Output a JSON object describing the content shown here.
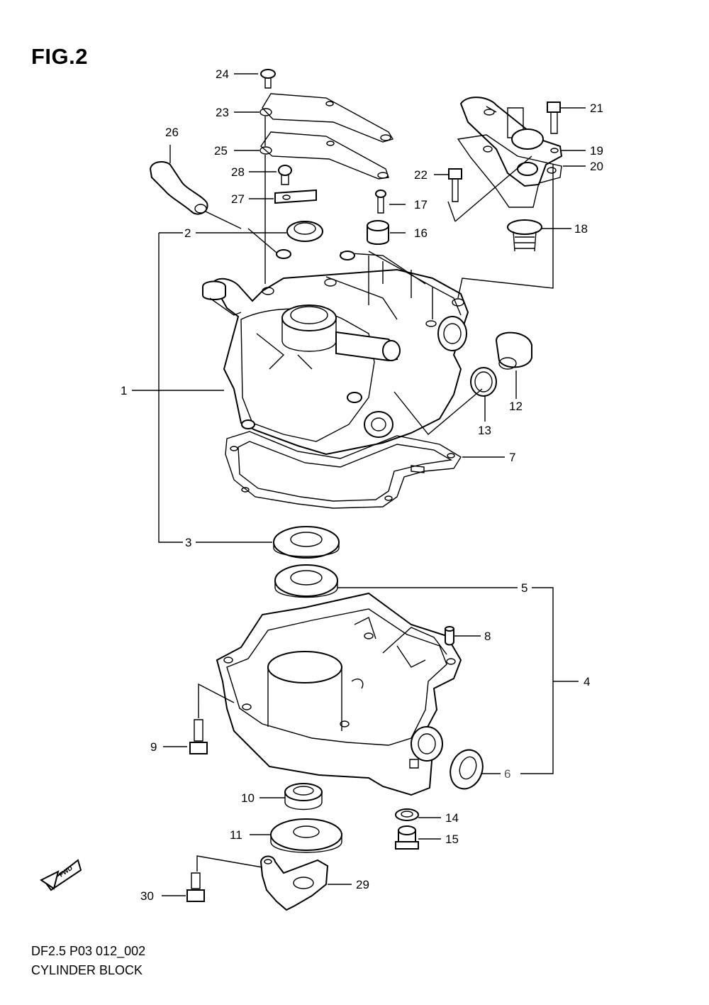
{
  "figure": {
    "title": "FIG.2",
    "code": "DF2.5 P03 012_002",
    "name": "CYLINDER BLOCK",
    "fwd_label": "FWD"
  },
  "callouts": [
    "1",
    "2",
    "3",
    "4",
    "5",
    "6",
    "7",
    "8",
    "9",
    "10",
    "11",
    "12",
    "13",
    "14",
    "15",
    "16",
    "17",
    "18",
    "19",
    "20",
    "21",
    "22",
    "23",
    "24",
    "25",
    "26",
    "27",
    "28",
    "29",
    "30"
  ]
}
